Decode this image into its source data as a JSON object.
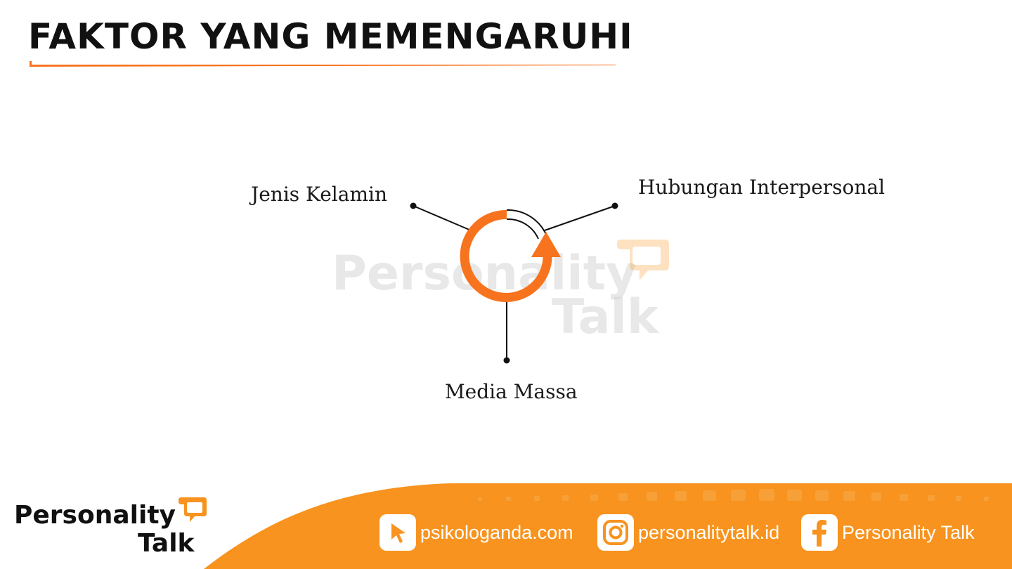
{
  "title": "FAKTOR YANG MEMENGARUHI",
  "diagram": {
    "center_icon": "cycle-arrow-icon",
    "factors": [
      {
        "label": "Jenis Kelamin"
      },
      {
        "label": "Hubungan Interpersonal"
      },
      {
        "label": "Media Massa"
      }
    ]
  },
  "watermark": {
    "line1": "Personality",
    "line2": "Talk"
  },
  "footer": {
    "logo": {
      "line1": "Personality",
      "line2": "Talk"
    },
    "links": [
      {
        "icon": "cursor-icon",
        "text": "psikologanda.com"
      },
      {
        "icon": "instagram-icon",
        "text": "personalitytalk.id"
      },
      {
        "icon": "facebook-icon",
        "text": "Personality Talk"
      }
    ]
  },
  "colors": {
    "accent": "#F7731E",
    "footer": "#F7931E",
    "text": "#111111"
  }
}
